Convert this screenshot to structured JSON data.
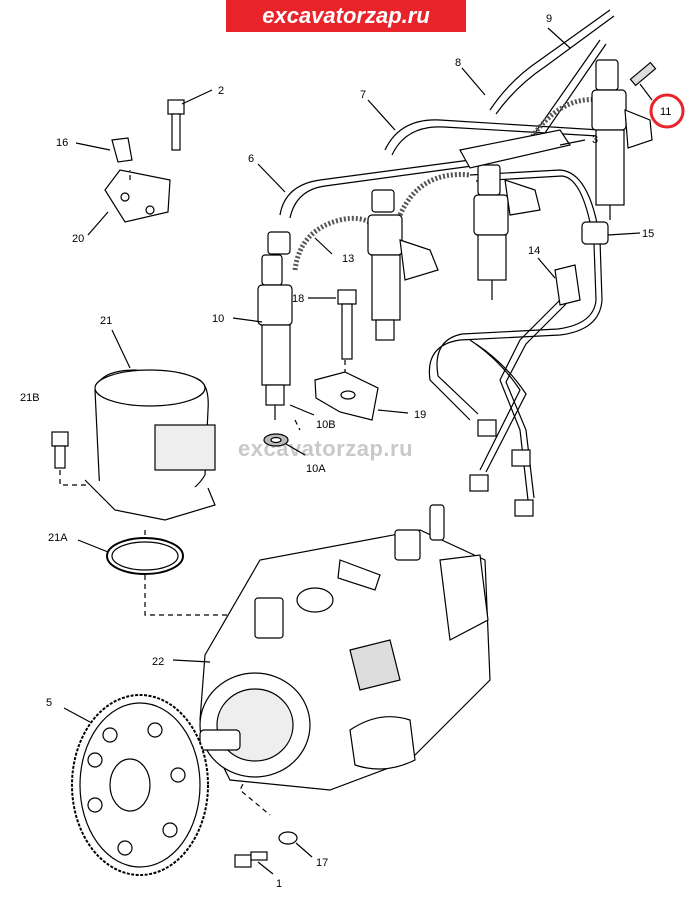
{
  "site": {
    "banner_text": "excavatorzap.ru",
    "watermark_text": "excavatorzap.ru",
    "brand_color": "#e8242a",
    "highlight_color": "#e8242a"
  },
  "callouts": [
    {
      "id": "c-1",
      "label": "1"
    },
    {
      "id": "c-2",
      "label": "2"
    },
    {
      "id": "c-3",
      "label": "3"
    },
    {
      "id": "c-5",
      "label": "5"
    },
    {
      "id": "c-6",
      "label": "6"
    },
    {
      "id": "c-7",
      "label": "7"
    },
    {
      "id": "c-8",
      "label": "8"
    },
    {
      "id": "c-9",
      "label": "9"
    },
    {
      "id": "c-10",
      "label": "10"
    },
    {
      "id": "c-10A",
      "label": "10A"
    },
    {
      "id": "c-10B",
      "label": "10B"
    },
    {
      "id": "c-11",
      "label": "11",
      "highlighted": true
    },
    {
      "id": "c-13",
      "label": "13"
    },
    {
      "id": "c-14",
      "label": "14"
    },
    {
      "id": "c-15",
      "label": "15"
    },
    {
      "id": "c-16",
      "label": "16"
    },
    {
      "id": "c-17",
      "label": "17"
    },
    {
      "id": "c-18",
      "label": "18"
    },
    {
      "id": "c-19",
      "label": "19"
    },
    {
      "id": "c-20",
      "label": "20"
    },
    {
      "id": "c-21",
      "label": "21"
    },
    {
      "id": "c-21A",
      "label": "21A"
    },
    {
      "id": "c-21B",
      "label": "21B"
    },
    {
      "id": "c-22",
      "label": "22"
    }
  ]
}
